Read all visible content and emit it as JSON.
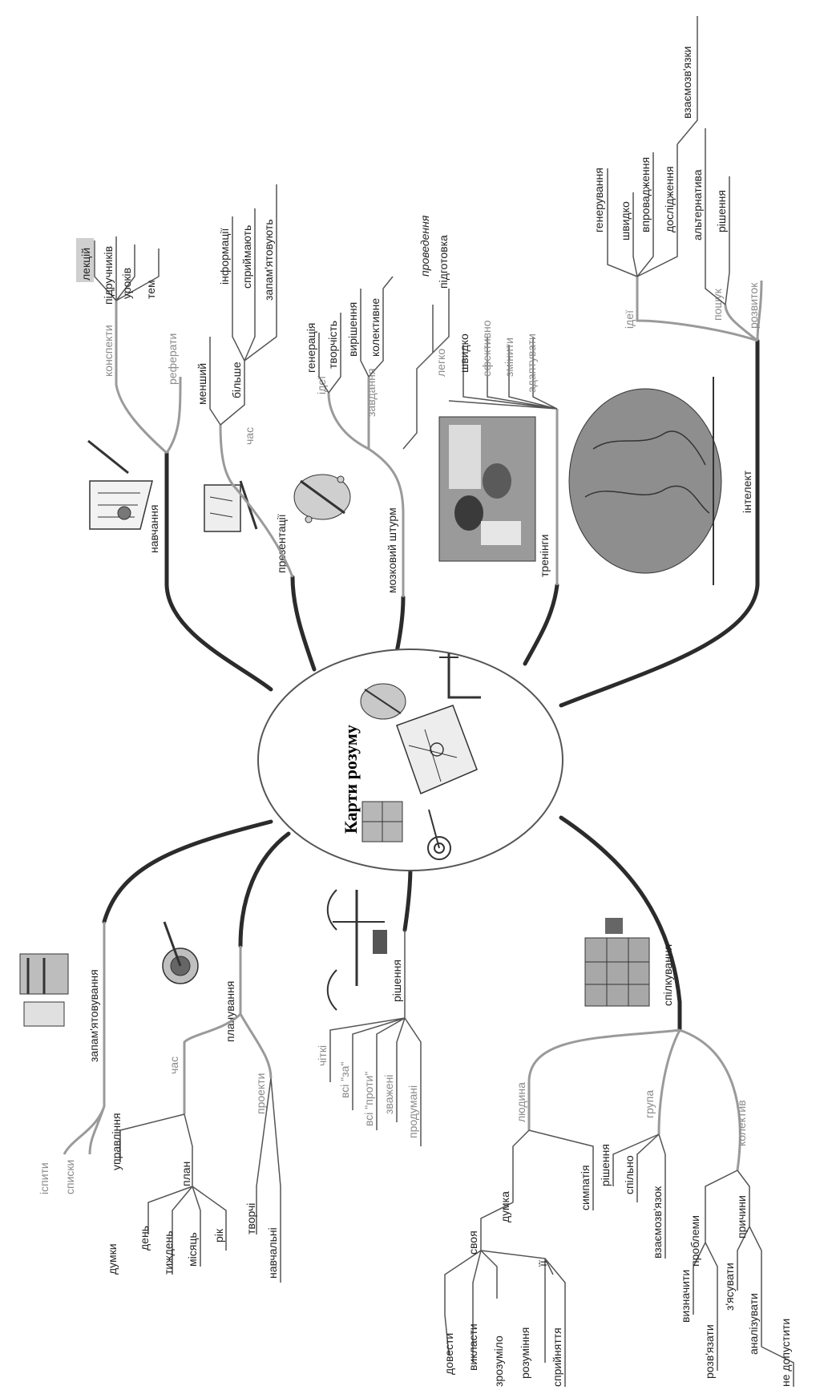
{
  "center": {
    "title": "Карти розуму"
  },
  "branches": {
    "navchannya": {
      "label": "навчання",
      "konspekty": "конспекти",
      "leksiy": "лекцій",
      "pidruchnykiv": "підручників",
      "urokiv": "уроків",
      "tem": "тем",
      "referaty": "реферати"
    },
    "prezentatsii": {
      "label": "презентації",
      "chas": "час",
      "menshyi": "менший",
      "bilshe": "більше",
      "informatsii": "інформації",
      "spryimaiut": "сприймають",
      "zapamiatovuiut": "запам'ятовують"
    },
    "mozkovyi": {
      "label": "мозковий штурм",
      "idei": "ідеї",
      "heneratsiia": "генерація",
      "tvorchist": "творчість",
      "zavdannia": "завдання",
      "vyrishennia": "вирішення",
      "kolektyvne": "колективне",
      "provedennia": "проведення",
      "pidhotovka": "підготовка"
    },
    "treninhy": {
      "label": "тренінги",
      "lehko": "легко",
      "shvydko": "швидко",
      "efektyvno": "ефективно",
      "zminyty": "змінити",
      "adaptuvaty": "адаптувати"
    },
    "intelekt": {
      "label": "інтелект",
      "idei": "ідеї",
      "heneruvannia": "генерування",
      "shvydko": "швидко",
      "vprovadzhennia": "впровадження",
      "doslidzhennia": "дослідження",
      "vzaiemozviazky": "взаємозв'язки",
      "poshuk": "пошук",
      "alternatyva": "альтернатива",
      "rishennia": "рішення",
      "rozvytok": "розвиток"
    },
    "zapamiatovuvannia": {
      "label": "запам'ятовування",
      "ispyty": "іспити",
      "spysky": "списки"
    },
    "planuvannia": {
      "label": "планування",
      "chas": "час",
      "upravlinnia": "управління",
      "dumky": "думки",
      "plan": "план",
      "den": "день",
      "tyzhden": "тиждень",
      "misiats": "місяць",
      "rik": "рік",
      "proekty": "проекти",
      "tvorchi": "творчі",
      "navchalni": "навчальні"
    },
    "rishennia": {
      "label": "рішення",
      "chitki": "чіткі",
      "vsi_za": "всі \"за\"",
      "vsi_proty": "всі \"проти\"",
      "zvazheni": "зважені",
      "produmani": "продумані"
    },
    "spilkuvannia": {
      "label": "спілкування",
      "liudyna": "людина",
      "dumka": "думка",
      "svoia": "своя",
      "dovesty": "довести",
      "vyklasty": "викласти",
      "zrozumilo": "зрозуміло",
      "ii": "її",
      "rozuminnia": "розуміння",
      "spryiniattia": "сприйняття",
      "sympatiia": "симпатія",
      "hrupa": "група",
      "rishennia": "рішення",
      "spilno": "спільно",
      "vzaiemozviazok": "взаємозв'язок",
      "kolektyv": "колектив",
      "problemy": "проблеми",
      "vyznachyty": "визначити",
      "rozviazaty": "розв'язати",
      "prychyny": "причини",
      "ziasuvaty": "з'ясувати",
      "analizuvaty": "аналізувати",
      "ne_dopustyty": "не допустити"
    }
  }
}
